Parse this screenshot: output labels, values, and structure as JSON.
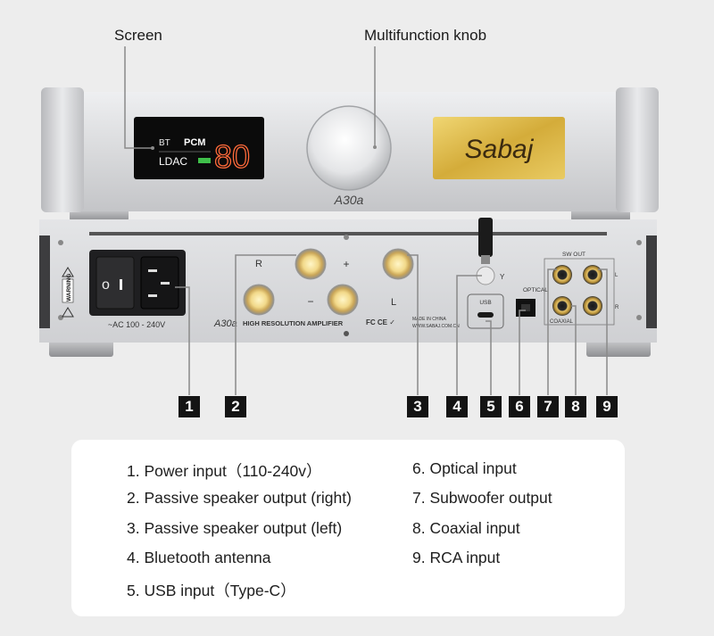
{
  "callouts": {
    "screen": "Screen",
    "knob": "Multifunction knob"
  },
  "front_panel": {
    "display": {
      "bt": "BT",
      "pcm": "PCM",
      "ldac": "LDAC",
      "volume": "80"
    },
    "brand_plate": "Sabaj",
    "model": "A30a"
  },
  "rear_panel": {
    "warning": "WARNING",
    "ac_label": "~AC 100 - 240V",
    "speaker_r": "R",
    "speaker_l": "L",
    "plus": "+",
    "minus": "−",
    "model": "A30a",
    "model_desc": "HIGH RESOLUTION AMPLIFIER",
    "made_in": "MADE IN CHINA",
    "website": "WWW.SABAJ.COM.CN",
    "usb": "USB",
    "optical": "OPTICAL",
    "sw_out": "SW OUT",
    "coaxial": "COAXIAL",
    "rca_l": "L",
    "rca_r": "R"
  },
  "badges": [
    "1",
    "2",
    "3",
    "4",
    "5",
    "6",
    "7",
    "8",
    "9"
  ],
  "legend": {
    "left": [
      "1. Power input（110-240v）",
      "2. Passive speaker output (right)",
      "3. Passive speaker output (left)",
      "4. Bluetooth antenna",
      "5. USB input（Type-C）"
    ],
    "right": [
      "6. Optical input",
      "7. Subwoofer output",
      "8. Coaxial input",
      "9. RCA input"
    ]
  },
  "colors": {
    "display_accent": "#ff6a3a",
    "display_green": "#3fbf4a",
    "gold_plate": "#d8b545",
    "badge_bg": "#141414",
    "chassis": "#d6d7d9",
    "leader_line": "#8a8a8a"
  }
}
